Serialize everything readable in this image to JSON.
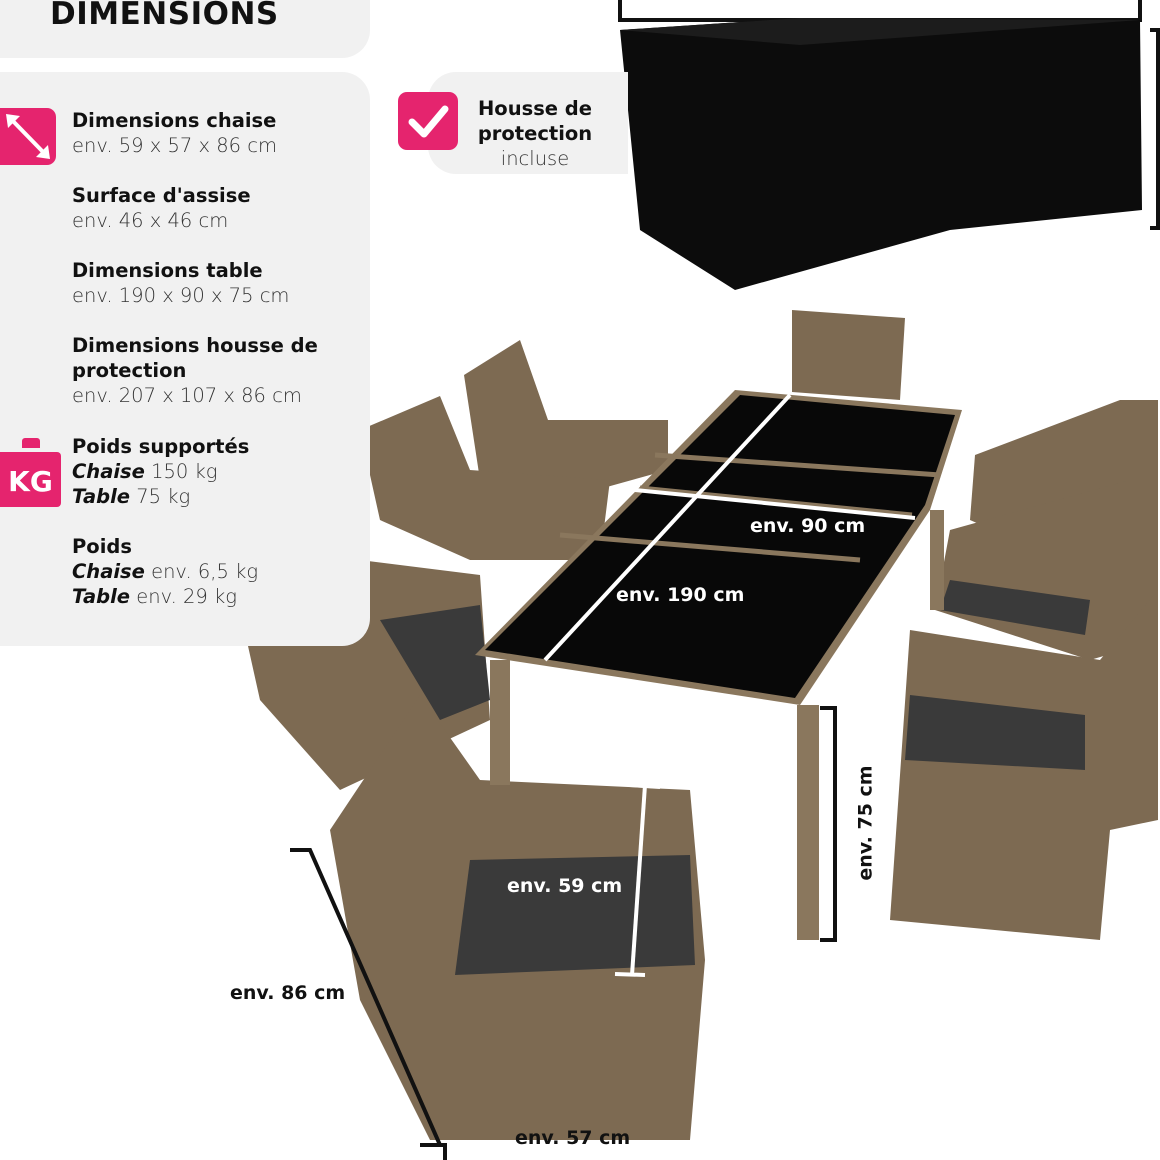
{
  "title": "DIMENSIONS",
  "specs": [
    {
      "label": "Dimensions chaise",
      "value": "env. 59 x 57 x 86 cm"
    },
    {
      "label": "Surface d'assise",
      "value": "env. 46 x 46 cm"
    },
    {
      "label": "Dimensions table",
      "value": "env. 190 x 90 x 75 cm"
    },
    {
      "label": "Dimensions housse de protection",
      "value": "env. 207 x 107 x 86 cm"
    }
  ],
  "load": {
    "label": "Poids supportés",
    "chair_label": "Chaise",
    "chair_value": "150 kg",
    "table_label": "Table",
    "table_value": "75 kg",
    "icon_text": "KG"
  },
  "weight": {
    "label": "Poids",
    "chair_label": "Chaise",
    "chair_value": "env. 6,5 kg",
    "table_label": "Table",
    "table_value": "env. 29 kg"
  },
  "cover": {
    "line1": "Housse de",
    "line2": "protection",
    "line3": "incluse"
  },
  "dimension_labels": {
    "table_width": "env. 90 cm",
    "table_length": "env. 190 cm",
    "table_height": "env. 75 cm",
    "seat_depth": "env. 59 cm",
    "chair_height": "env. 86 cm",
    "chair_width": "env. 57 cm"
  },
  "colors": {
    "accent": "#e5246e",
    "panel": "#f1f1f1"
  }
}
